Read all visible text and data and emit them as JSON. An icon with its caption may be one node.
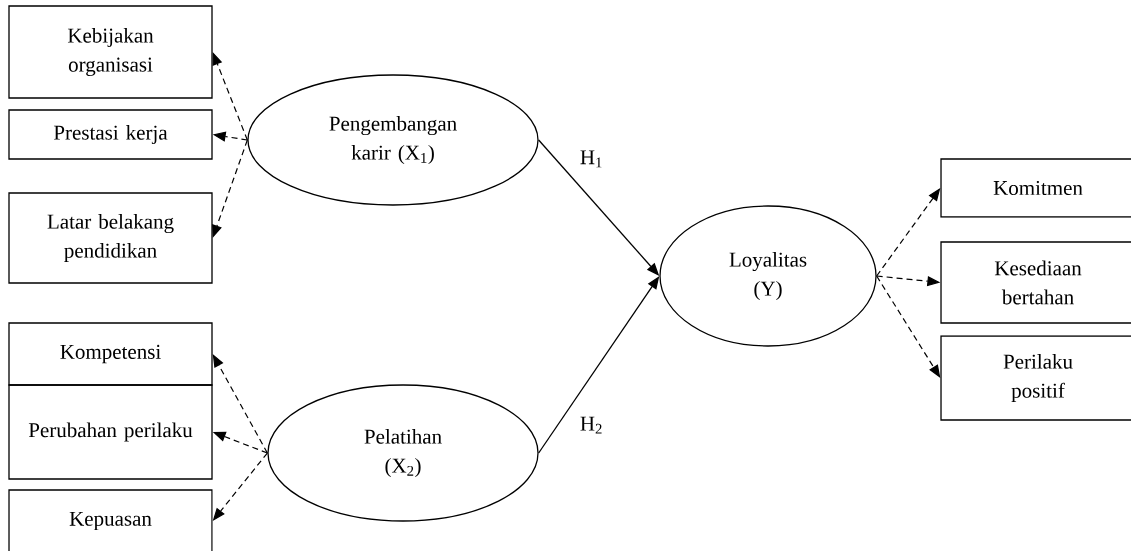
{
  "diagram": {
    "nodes": [
      {
        "text": [
          "Kebijakan organisasi"
        ]
      },
      {
        "text": [
          "Prestasi kerja"
        ]
      },
      {
        "text": [
          "Latar belakang pendidikan"
        ]
      },
      {
        "text": [
          "Pengembangan karir (X$_{1}$)"
        ]
      },
      {
        "text": [
          "Kompetensi"
        ]
      },
      {
        "text": [
          "Perubahan perilaku"
        ]
      },
      {
        "text": [
          "Kepuasan"
        ]
      },
      {
        "text": [
          "Pelatihan (X$_{2}$)"
        ]
      },
      {
        "text": [
          "Loyalitas (Y)"
        ]
      },
      {
        "text": [
          "Komitmen"
        ]
      },
      {
        "text": [
          "Kesediaan bertahan"
        ]
      },
      {
        "text": [
          "Perilaku positif"
        ]
      }
    ],
    "edges": [
      {
        "from": 3,
        "to": 0,
        "arrow": "to",
        "style": "dashed"
      },
      {
        "from": 3,
        "to": 1,
        "arrow": "to",
        "style": "dashed"
      },
      {
        "from": 3,
        "to": 2,
        "arrow": "to",
        "style": "dashed"
      },
      {
        "from": 7,
        "to": 4,
        "arrow": "to",
        "style": "dashed"
      },
      {
        "from": 7,
        "to": 5,
        "arrow": "to",
        "style": "dashed"
      },
      {
        "from": 7,
        "to": 6,
        "arrow": "to",
        "style": "dashed"
      },
      {
        "from": 3,
        "to": 8,
        "arrow": "to",
        "label": "H$_{1}$"
      },
      {
        "from": 7,
        "to": 8,
        "arrow": "to",
        "label": "H$_{2}$"
      },
      {
        "from": 8,
        "to": 9,
        "arrow": "to",
        "style": "dashed"
      },
      {
        "from": 8,
        "to": 10,
        "arrow": "to",
        "style": "dashed"
      },
      {
        "from": 8,
        "to": 11,
        "arrow": "to",
        "style": "dashed"
      }
    ]
  }
}
